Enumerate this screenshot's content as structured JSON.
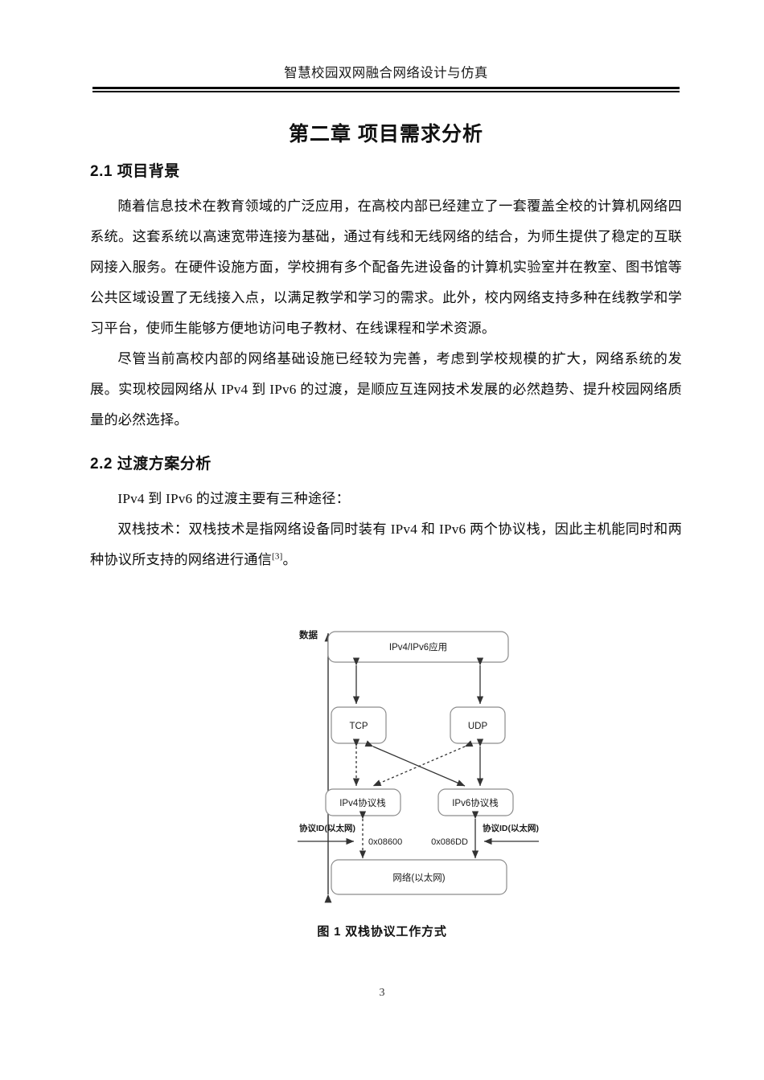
{
  "header": {
    "running_title": "智慧校园双网融合网络设计与仿真"
  },
  "chapter": {
    "title": "第二章 项目需求分析"
  },
  "sections": [
    {
      "heading": "2.1 项目背景",
      "paragraphs": [
        "随着信息技术在教育领域的广泛应用，在高校内部已经建立了一套覆盖全校的计算机网络四系统。这套系统以高速宽带连接为基础，通过有线和无线网络的结合，为师生提供了稳定的互联网接入服务。在硬件设施方面，学校拥有多个配备先进设备的计算机实验室并在教室、图书馆等公共区域设置了无线接入点，以满足教学和学习的需求。此外，校内网络支持多种在线教学和学习平台，使师生能够方便地访问电子教材、在线课程和学术资源。",
        "尽管当前高校内部的网络基础设施已经较为完善，考虑到学校规模的扩大，网络系统的发展。实现校园网络从 IPv4 到 IPv6 的过渡，是顺应互连网技术发展的必然趋势、提升校园网络质量的必然选择。"
      ]
    },
    {
      "heading": "2.2 过渡方案分析",
      "paragraphs": [
        "IPv4 到 IPv6 的过渡主要有三种途径：",
        "双栈技术：双栈技术是指网络设备同时装有 IPv4 和 IPv6 两个协议栈，因此主机能同时和两种协议所支持的网络进行通信"
      ],
      "citation": "[3]",
      "paragraph_tail": "。"
    }
  ],
  "figure": {
    "caption": "图 1  双栈协议工作方式",
    "axis_label": "数据",
    "boxes": {
      "application": "IPv4/IPv6应用",
      "tcp": "TCP",
      "udp": "UDP",
      "ipv4_stack": "IPv4协议栈",
      "ipv6_stack": "IPv6协议栈",
      "network": "网络(以太网)"
    },
    "labels": {
      "protocol_id_left": "协议ID(以太网)",
      "protocol_id_right": "协议ID(以太网)",
      "ethertype_ipv4": "0x08600",
      "ethertype_ipv6": "0x086DD"
    },
    "colors": {
      "box_border": "#8c8c8c",
      "arrow": "#333333",
      "text": "#1a1a1a"
    }
  },
  "footer": {
    "page_number": "3"
  }
}
